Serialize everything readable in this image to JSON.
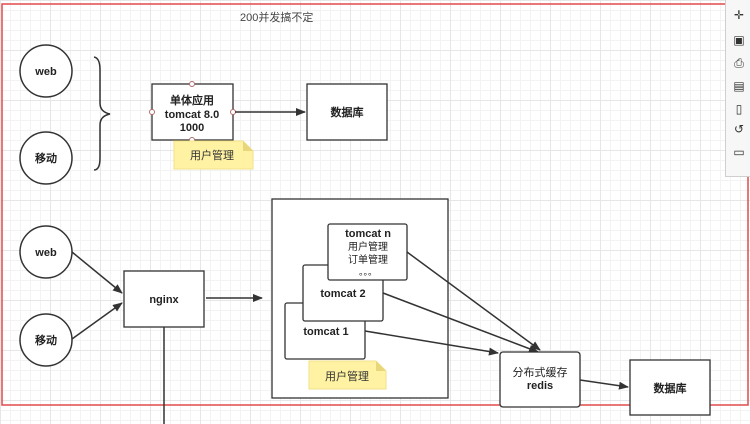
{
  "page_title": "200并发搞不定",
  "top_section": {
    "clients": [
      "web",
      "移动"
    ],
    "app_box": {
      "line1": "单体应用",
      "line2": "tomcat 8.0",
      "line3": "1000"
    },
    "note": "用户管理",
    "db": "数据库"
  },
  "bottom_section": {
    "clients": [
      "web",
      "移动"
    ],
    "nginx": "nginx",
    "tomcat_n": {
      "line1": "tomcat n",
      "line2": "用户管理",
      "line3": "订单管理",
      "line4": "。。。"
    },
    "tomcat_2": "tomcat 2",
    "tomcat_1": "tomcat 1",
    "note": "用户管理",
    "cache": {
      "line1": "分布式缓存",
      "line2": "redis"
    },
    "db": "数据库"
  },
  "toolbar": {
    "icons": [
      "crosshair-icon",
      "image-icon",
      "print-icon",
      "document-icon",
      "page-icon",
      "history-icon",
      "comment-icon"
    ]
  },
  "colors": {
    "frame_red": "#e34a4a",
    "note_yellow": "#fff3a3",
    "stroke": "#333333"
  }
}
